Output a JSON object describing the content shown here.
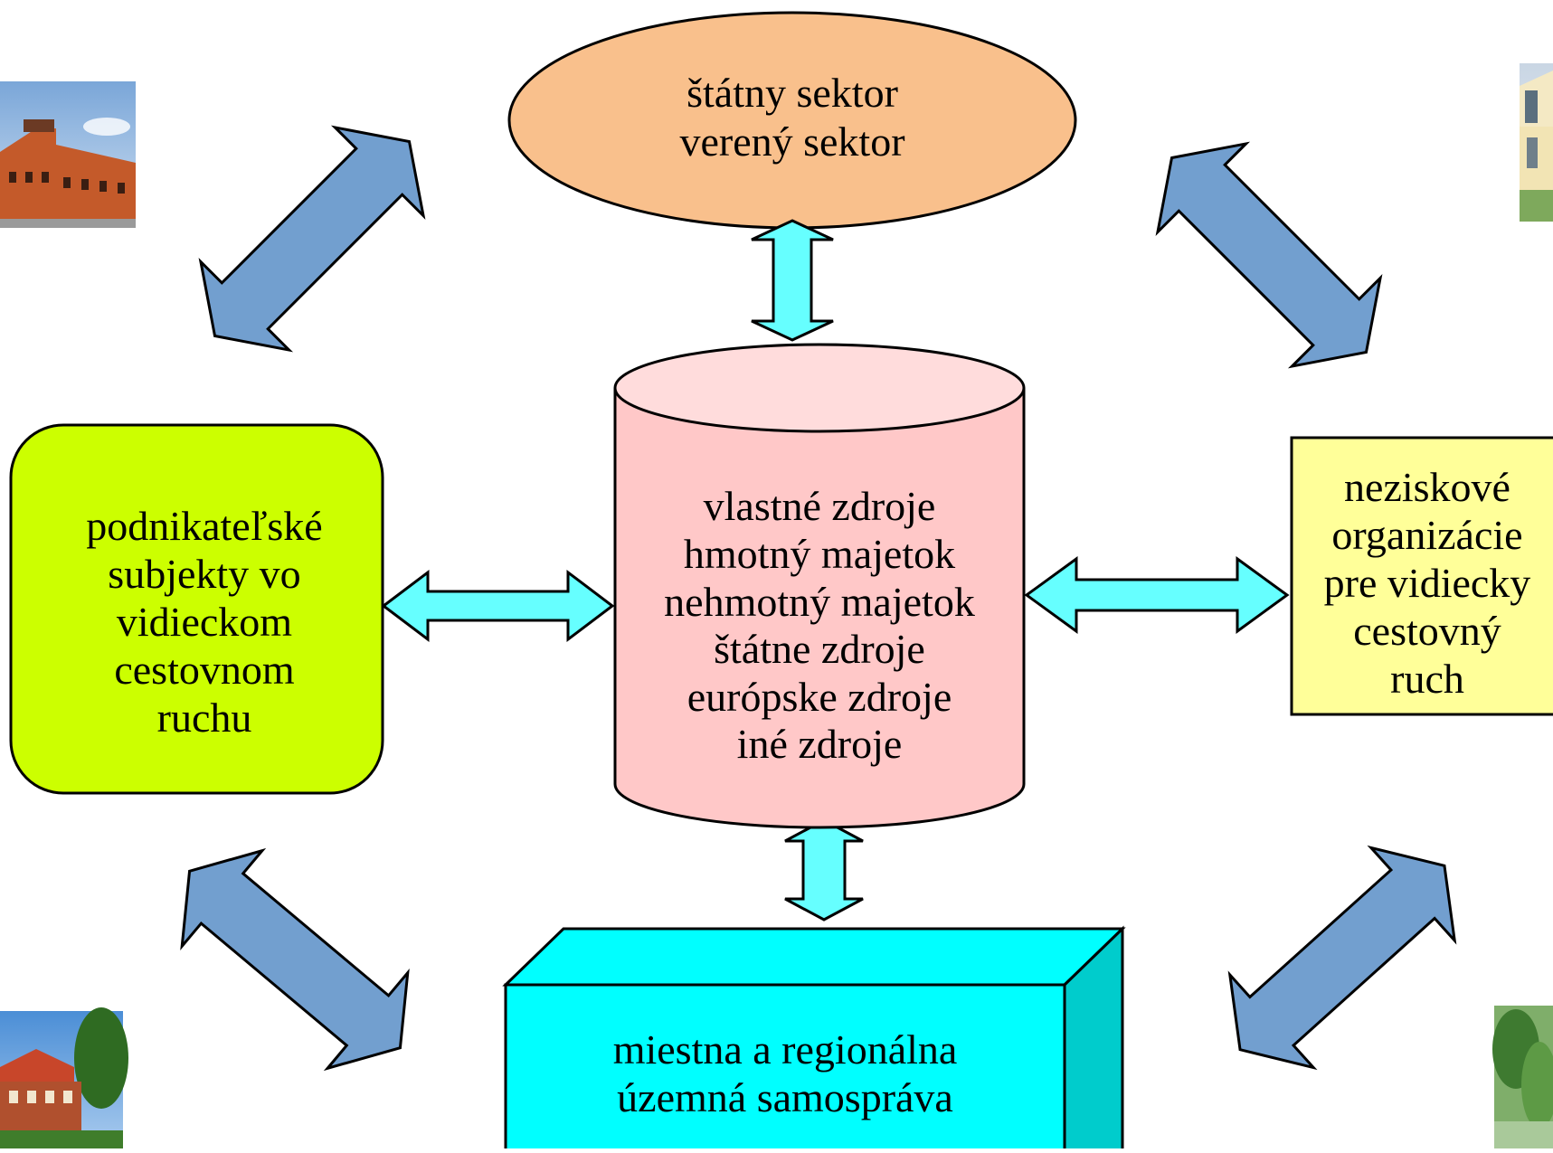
{
  "colors": {
    "ellipse_fill": "#f9c08c",
    "cylinder_body": "#ffc8c8",
    "cylinder_top": "#ffdcdc",
    "left_box": "#ccff00",
    "right_box": "#ffff99",
    "bottom_box_front": "#00ffff",
    "bottom_box_side": "#00cccc",
    "small_arrow": "#66ffff",
    "big_arrow": "#729fcf",
    "outline": "#000000"
  },
  "nodes": {
    "public_sector": {
      "line1": "štátny sektor",
      "line2": "verený sektor"
    },
    "resources": {
      "line1": "vlastné zdroje",
      "line2": "hmotný majetok",
      "line3": "nehmotný majetok",
      "line4": "štátne zdroje",
      "line5": "európske zdroje",
      "line6": "iné zdroje"
    },
    "businesses": {
      "line1": "podnikateľské",
      "line2": "subjekty vo",
      "line3": "vidieckom",
      "line4": "cestovnom",
      "line5": "ruchu"
    },
    "nonprofits": {
      "line1": "neziskové",
      "line2": "organizácie",
      "line3": "pre vidiecky",
      "line4": "cestovný",
      "line5": "ruch"
    },
    "self_government": {
      "line1": "miestna a regionálna",
      "line2": "územná samospráva"
    }
  }
}
